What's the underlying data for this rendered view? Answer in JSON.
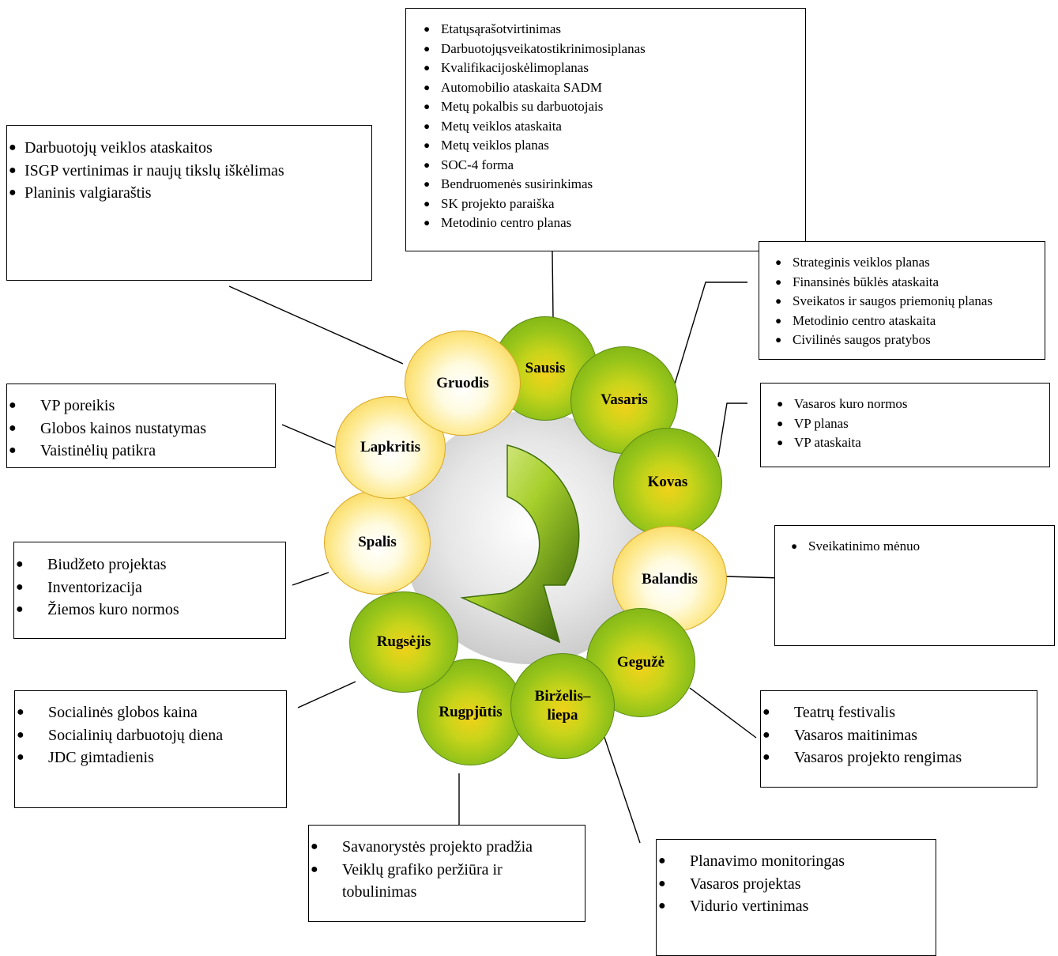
{
  "months": {
    "sausis": "Sausis",
    "vasaris": "Vasaris",
    "kovas": "Kovas",
    "balandis": "Balandis",
    "geguze": "Gegužė",
    "birzelis": "Birželis–liepa",
    "rugpjutis": "Rugpjūtis",
    "rugsejis": "Rugsėjis",
    "spalis": "Spalis",
    "lapkritis": "Lapkritis",
    "gruodis": "Gruodis"
  },
  "colors": {
    "summer_winter_months": "#8cc21a",
    "spring_autumn_months": "#f4c431",
    "arrow": "#3f6f0c",
    "hub": "#c8c8c8"
  },
  "boxes": {
    "sausis": [
      "Etatųsąrašotvirtinimas",
      "Darbuotojųsveikatostikrinimosiplanas",
      "Kvalifikacijoskėlimoplanas",
      "Automobilio ataskaita SADM",
      "Metų pokalbis su darbuotojais",
      " Metų veiklos ataskaita",
      "Metų veiklos planas",
      "SOC-4 forma",
      " Bendruomenės susirinkimas",
      "SK projekto paraiška",
      "Metodinio centro planas"
    ],
    "gruodis": [
      "Darbuotojų veiklos ataskaitos",
      "ISGP vertinimas ir naujų tikslų iškėlimas",
      "Planinis valgiaraštis"
    ],
    "vasaris": [
      "Strateginis veiklos planas",
      "Finansinės būklės ataskaita",
      "Sveikatos ir saugos priemonių planas",
      "Metodinio centro ataskaita",
      "Civilinės saugos pratybos"
    ],
    "kovas": [
      "Vasaros kuro normos",
      "VP planas",
      "VP ataskaita"
    ],
    "balandis": [
      "Sveikatinimo mėnuo"
    ],
    "lapkritis": [
      "VP poreikis",
      "Globos kainos nustatymas",
      "Vaistinėlių patikra"
    ],
    "spalis": [
      "Biudžeto projektas",
      "Inventorizacija",
      "Žiemos kuro normos"
    ],
    "rugsejis": [
      "Socialinės globos kaina",
      "Socialinių darbuotojų diena",
      "JDC gimtadienis"
    ],
    "geguze": [
      "Teatrų festivalis",
      "Vasaros maitinimas",
      "Vasaros projekto rengimas"
    ],
    "rugpjutis": [
      "Savanorystės projekto pradžia",
      "Veiklų grafiko peržiūra ir tobulinimas"
    ],
    "birzelis": [
      "Planavimo monitoringas",
      "Vasaros projektas",
      "Vidurio vertinimas"
    ]
  }
}
